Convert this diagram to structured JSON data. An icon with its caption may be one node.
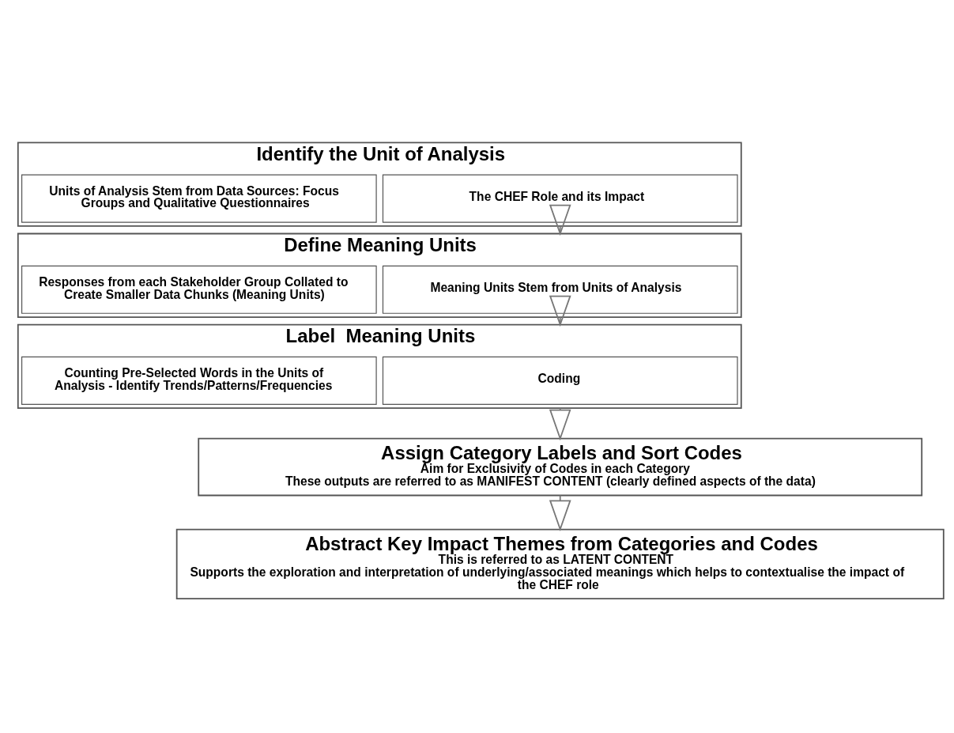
{
  "diagram": {
    "nodes": [
      {
        "text": [
          "Identify the Unit of Analysis"
        ]
      },
      {
        "text": [
          "The CHEF Role and its Impact"
        ],
        "in": 0
      },
      {
        "text": [
          "Units of Analysis Stem from Data Sources: Focus Groups and Qualitative Questionnaires"
        ],
        "in": 0
      },
      {
        "text": [
          "Define Meaning Units"
        ]
      },
      {
        "text": [
          "Meaning Units Stem from Units of Analysis"
        ],
        "in": 3
      },
      {
        "text": [
          "Responses from each Stakeholder Group Collated to Create Smaller Data Chunks (Meaning Units)"
        ],
        "in": 3
      },
      {
        "text": [
          "Label  Meaning Units"
        ]
      },
      {
        "text": [
          "Coding"
        ],
        "in": 6
      },
      {
        "text": [
          "Counting Pre-Selected Words in the Units of Analysis - Identify Trends/Patterns/Frequencies"
        ],
        "in": 6
      },
      {
        "text": [
          "Assign Category Labels and Sort Codes",
          "Aim for Exclusivity of Codes in each Category",
          "These outputs are referred to as MANIFEST CONTENT (clearly defined aspects of the data)"
        ]
      },
      {
        "text": [
          "Abstract Key Impact Themes from Categories and Codes",
          "This is referred to as LATENT CONTENT",
          "Supports the exploration and interpretation of underlying/associated meanings which helps to contextualise the impact of the CHEF role"
        ]
      }
    ],
    "edges": [
      {
        "from": 0,
        "to": 3,
        "arrow": "to"
      },
      {
        "from": 3,
        "to": 6,
        "arrow": "to"
      },
      {
        "from": 6,
        "to": 9,
        "arrow": "to"
      },
      {
        "from": 9,
        "to": 10,
        "arrow": "to"
      }
    ]
  }
}
